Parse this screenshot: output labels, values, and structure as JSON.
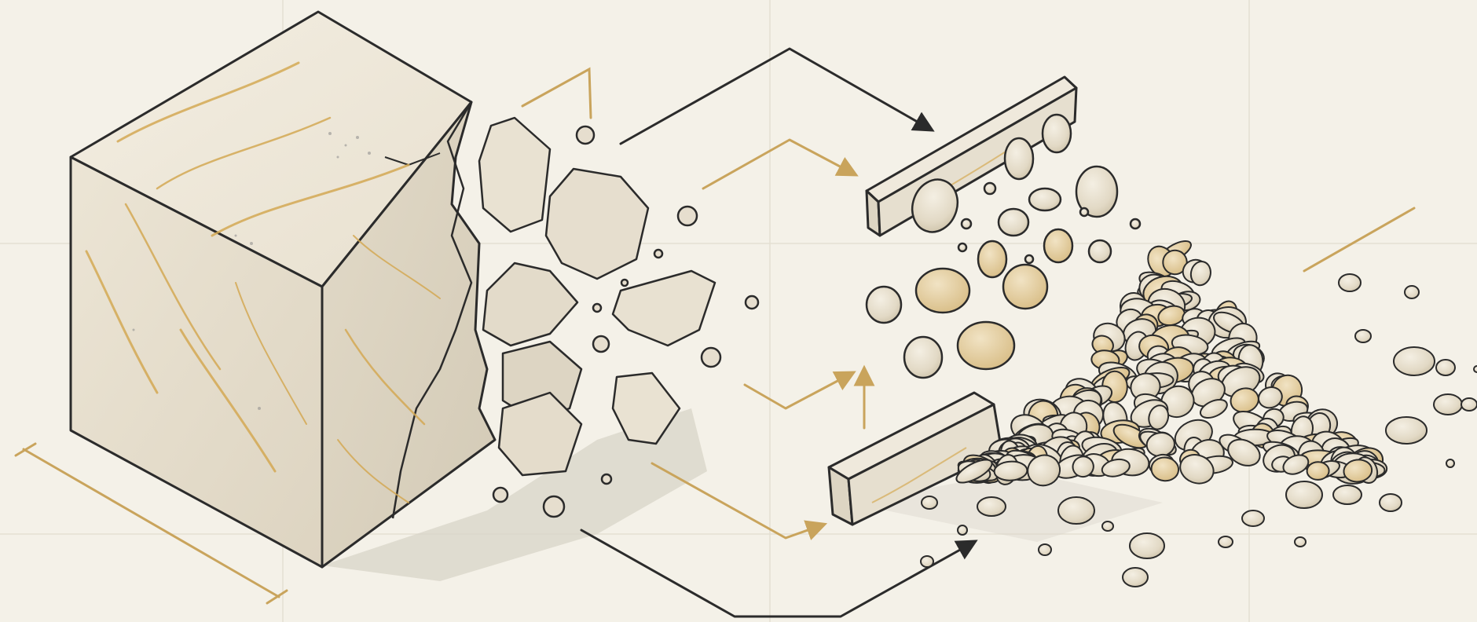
{
  "diagram": {
    "stages": [
      "marble-block",
      "broken-fragments",
      "slabs-and-chips",
      "gravel-heap"
    ],
    "colors": {
      "paper": "#f4f1e8",
      "grid": "#e4dfd2",
      "ink": "#2b2b2b",
      "accent": "#c9a45c",
      "marble_top": "#efe9dc",
      "marble_left": "#e6dfcf",
      "marble_right": "#ddd5c3",
      "vein": "#d4a954",
      "shadow": "#d9d4c8"
    }
  }
}
